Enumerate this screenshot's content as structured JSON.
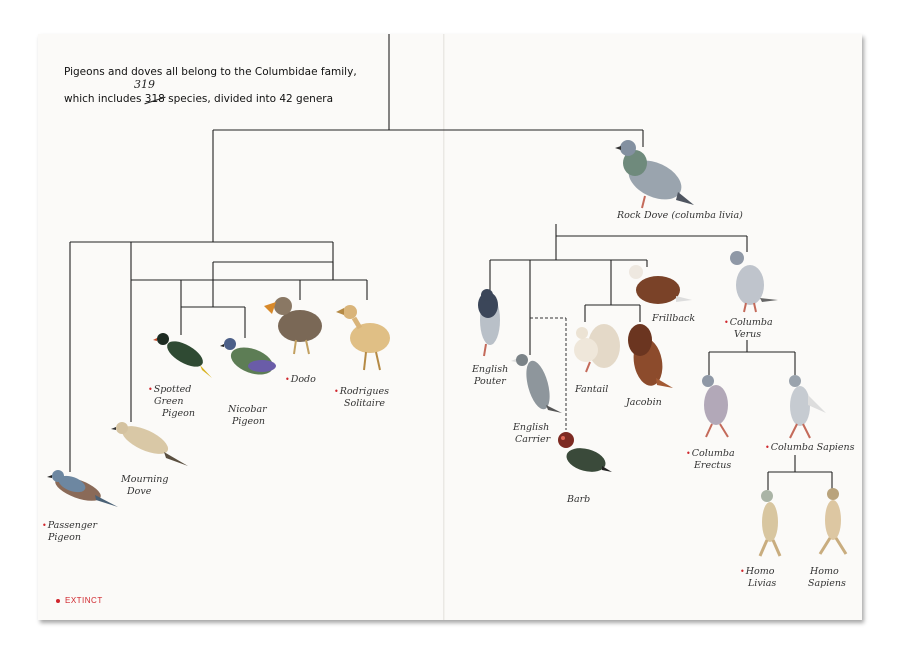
{
  "intro": {
    "line1": "Pigeons and doves all belong to the Columbidae family,",
    "line2_prefix": "which includes ",
    "line2_struck": "318",
    "line2_suffix": " species, divided into 42 genera",
    "correction": "319"
  },
  "legend": {
    "label": "EXTINCT",
    "color": "#d0262d"
  },
  "birds": {
    "passenger_pigeon": {
      "line1": "Passenger",
      "line2": "Pigeon",
      "extinct": true
    },
    "mourning_dove": {
      "line1": "Mourning",
      "line2": "Dove",
      "extinct": false
    },
    "spotted_green_pigeon": {
      "line1": "Spotted",
      "line2": "Green",
      "line3": "Pigeon",
      "extinct": true
    },
    "nicobar_pigeon": {
      "line1": "Nicobar",
      "line2": "Pigeon",
      "extinct": false
    },
    "dodo": {
      "line1": "Dodo",
      "extinct": true
    },
    "rodrigues_solitaire": {
      "line1": "Rodrigues",
      "line2": "Solitaire",
      "extinct": true
    },
    "rock_dove": {
      "line1": "Rock Dove (columba livia)",
      "extinct": false
    },
    "english_pouter": {
      "line1": "English",
      "line2": "Pouter",
      "extinct": false
    },
    "english_carrier": {
      "line1": "English",
      "line2": "Carrier",
      "extinct": false
    },
    "barb": {
      "line1": "Barb",
      "extinct": false
    },
    "fantail": {
      "line1": "Fantail",
      "extinct": false
    },
    "jacobin": {
      "line1": "Jacobin",
      "extinct": false
    },
    "frillback": {
      "line1": "Frillback",
      "extinct": false
    },
    "columba_verus": {
      "line1": "Columba",
      "line2": "Verus",
      "extinct": true
    },
    "columba_erectus": {
      "line1": "Columba",
      "line2": "Erectus",
      "extinct": true
    },
    "columba_sapiens": {
      "line1": "Columba Sapiens",
      "extinct": true
    },
    "homo_livias": {
      "line1": "Homo",
      "line2": "Livias",
      "extinct": true
    },
    "homo_sapiens": {
      "line1": "Homo",
      "line2": "Sapiens",
      "extinct": true
    }
  }
}
